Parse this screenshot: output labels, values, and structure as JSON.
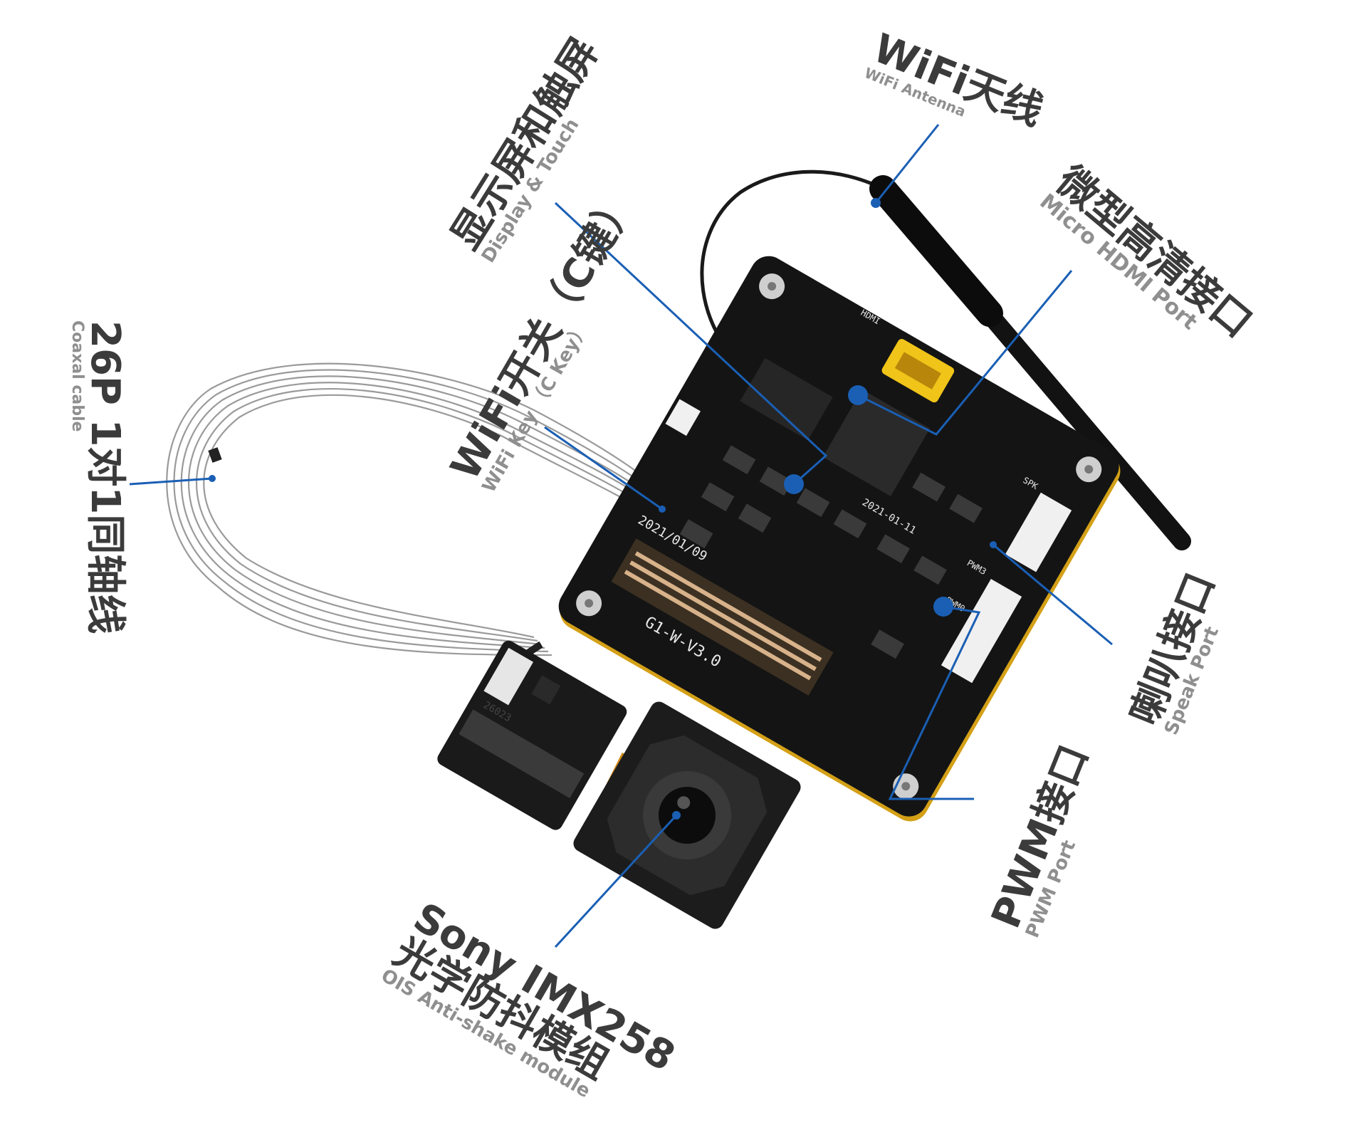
{
  "colors": {
    "leader": "#1a5fb4",
    "board": "#141414",
    "connector": "#f0f0f0",
    "gold": "#d4a017"
  },
  "labels": {
    "wifi_antenna": {
      "zh": "WiFi天线",
      "en": "WiFi Antenna"
    },
    "display_touch": {
      "zh": "显示屏和触屏",
      "en": "Display & Touch"
    },
    "micro_hdmi": {
      "zh": "微型高清接口",
      "en": "Micro HDMI Port"
    },
    "wifi_key": {
      "zh": "WiFi开关（C键）",
      "en": "WiFi Key （C Key）"
    },
    "coaxial": {
      "zh": "26P 1对1同轴线",
      "en": "Coaxal cable"
    },
    "speak_port": {
      "zh": "喇叭接口",
      "en": "Speak Port"
    },
    "pwm_port": {
      "zh": "PWM接口",
      "en": "PWM Port"
    },
    "sony": {
      "zh1": "Sony IMX258",
      "zh2": "光学防抖模组",
      "en": "OIS Anti-shake module"
    }
  },
  "board": {
    "silk_version": "G1-W-V3.0",
    "silk_date": "2021/01/09",
    "silk_date2": "2021-01-11",
    "silk_hdmi": "HDMI",
    "silk_spk": "SPK",
    "silk_pwm": "PWM3",
    "silk_pwm0": "PWM0",
    "sensor_tag": "26023"
  }
}
